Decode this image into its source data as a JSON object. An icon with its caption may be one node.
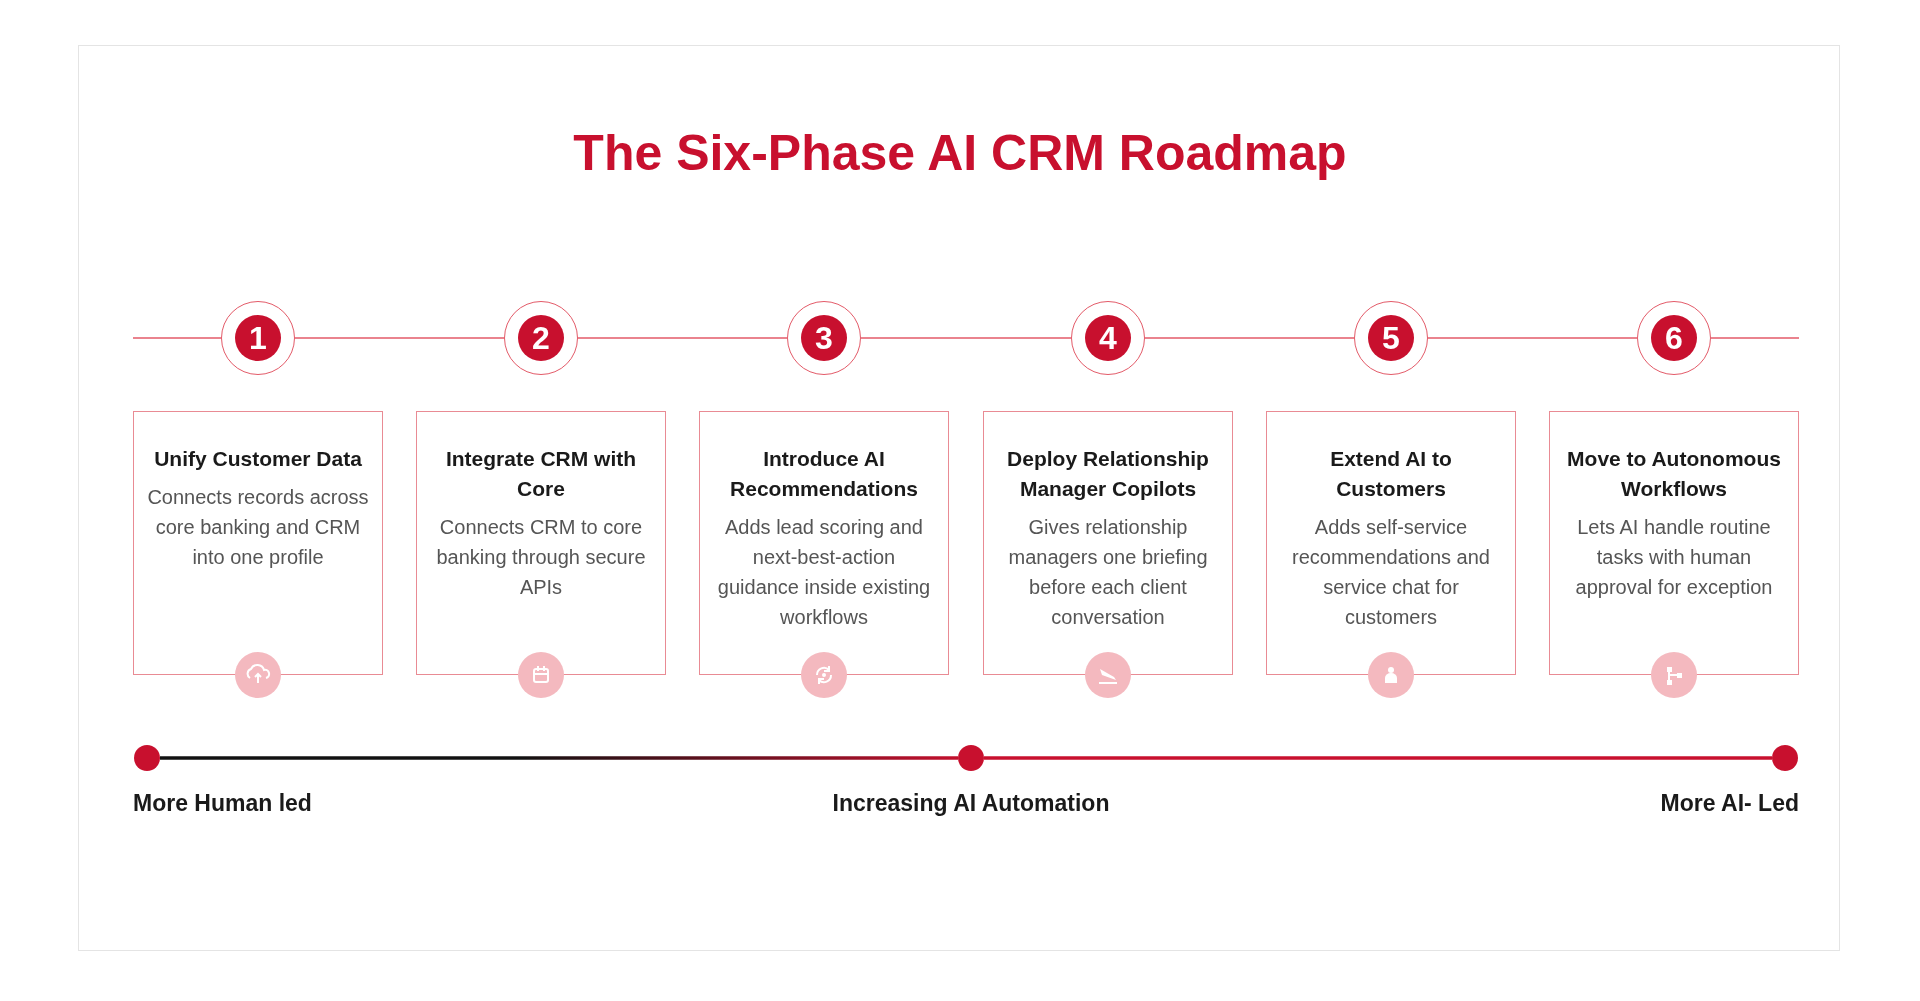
{
  "diagram": {
    "title": "The Six-Phase AI CRM Roadmap",
    "nodes": [
      {
        "text": [
          "1"
        ]
      },
      {
        "text": [
          "2"
        ]
      },
      {
        "text": [
          "3"
        ]
      },
      {
        "text": [
          "4"
        ]
      },
      {
        "text": [
          "5"
        ]
      },
      {
        "text": [
          "6"
        ]
      },
      {
        "text": [
          "Unify Customer Data",
          "Connects records across core banking and CRM into one profile"
        ]
      },
      {
        "text": [
          "Integrate CRM with Core",
          "Connects CRM to core banking through secure APIs"
        ]
      },
      {
        "text": [
          "Introduce AI Recommendations",
          "Adds lead scoring and next-best-action guidance inside existing workflows"
        ]
      },
      {
        "text": [
          "Deploy Relationship Manager Copilots",
          "Gives relationship managers one briefing before each client conversation"
        ]
      },
      {
        "text": [
          "Extend AI to Customers",
          "Adds self-service recommendations and service chat for customers"
        ]
      },
      {
        "text": [
          "Move to Autonomous Workflows",
          "Lets AI handle routine tasks with human approval for exception"
        ]
      },
      {
        "text": [],
        "shape": "circle",
        "beside": [
          "More Human led"
        ]
      },
      {
        "text": [],
        "shape": "circle",
        "beside": [
          "Increasing AI Automation"
        ]
      },
      {
        "text": [],
        "shape": "circle",
        "beside": [
          "More AI- Led"
        ]
      }
    ],
    "edges": [
      {
        "from": 0,
        "to": 1,
        "arrow": "none"
      },
      {
        "from": 1,
        "to": 2,
        "arrow": "none"
      },
      {
        "from": 2,
        "to": 3,
        "arrow": "none"
      },
      {
        "from": 3,
        "to": 4,
        "arrow": "none"
      },
      {
        "from": 4,
        "to": 5,
        "arrow": "none"
      },
      {
        "from": 12,
        "to": 13,
        "arrow": "none"
      },
      {
        "from": 13,
        "to": 14,
        "arrow": "none"
      }
    ]
  }
}
